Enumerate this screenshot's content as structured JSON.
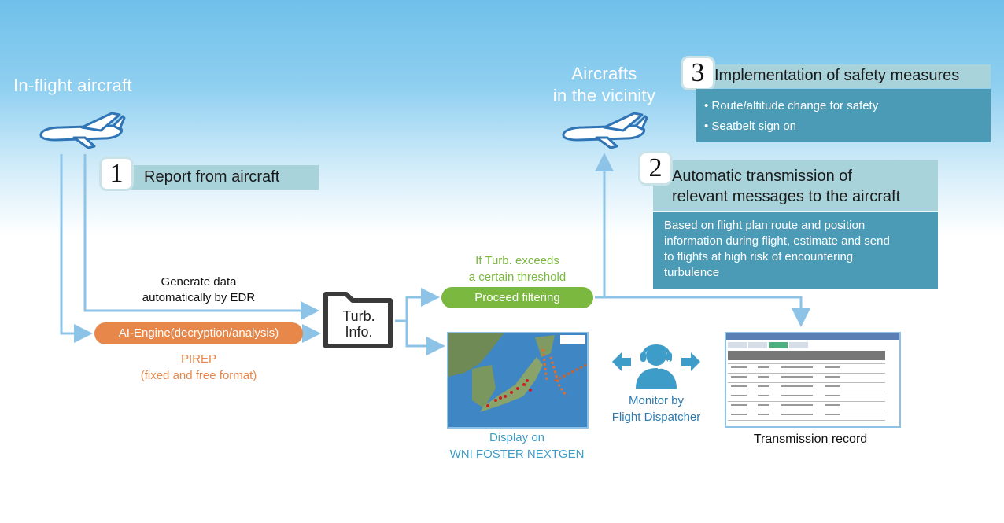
{
  "left_aircraft": {
    "title": "In-flight aircraft",
    "icon": "airplane-icon"
  },
  "step1": {
    "number": "1",
    "label": "Report from aircraft"
  },
  "edr": {
    "line1": "Generate data",
    "line2": "automatically by EDR"
  },
  "ai_engine": {
    "label": "AI-Engine(decryption/analysis)"
  },
  "pirep": {
    "line1": "PIREP",
    "line2": "(fixed and free format)"
  },
  "turb_info": {
    "line1": "Turb.",
    "line2": "Info."
  },
  "threshold": {
    "line1": "If Turb. exceeds",
    "line2": "a certain threshold"
  },
  "filtering": {
    "label": "Proceed filtering"
  },
  "display": {
    "line1": "Display on",
    "line2": "WNI FOSTER NEXTGEN"
  },
  "monitor": {
    "line1": "Monitor by",
    "line2": "Flight Dispatcher",
    "icon": "headset-operator-icon"
  },
  "transmission_record": {
    "label": "Transmission record"
  },
  "vicinity": {
    "line1": "Aircrafts",
    "line2": "in the vicinity"
  },
  "step2": {
    "number": "2",
    "title_line1": "Automatic transmission of",
    "title_line2": "relevant messages to the aircraft",
    "body": [
      "Based on flight plan route and position",
      "information during flight, estimate and send",
      "to flights at high risk of encountering",
      "turbulence"
    ]
  },
  "step3": {
    "number": "3",
    "title": "Implementation of safety measures",
    "bullets": [
      "• Route/altitude change for safety",
      "• Seatbelt sign on"
    ]
  },
  "colors": {
    "arrow": "#8ec3e8",
    "orange": "#e8874a",
    "green": "#7bb83f",
    "teal": "#4b9bb6",
    "label_bg": "#a9d3db"
  }
}
